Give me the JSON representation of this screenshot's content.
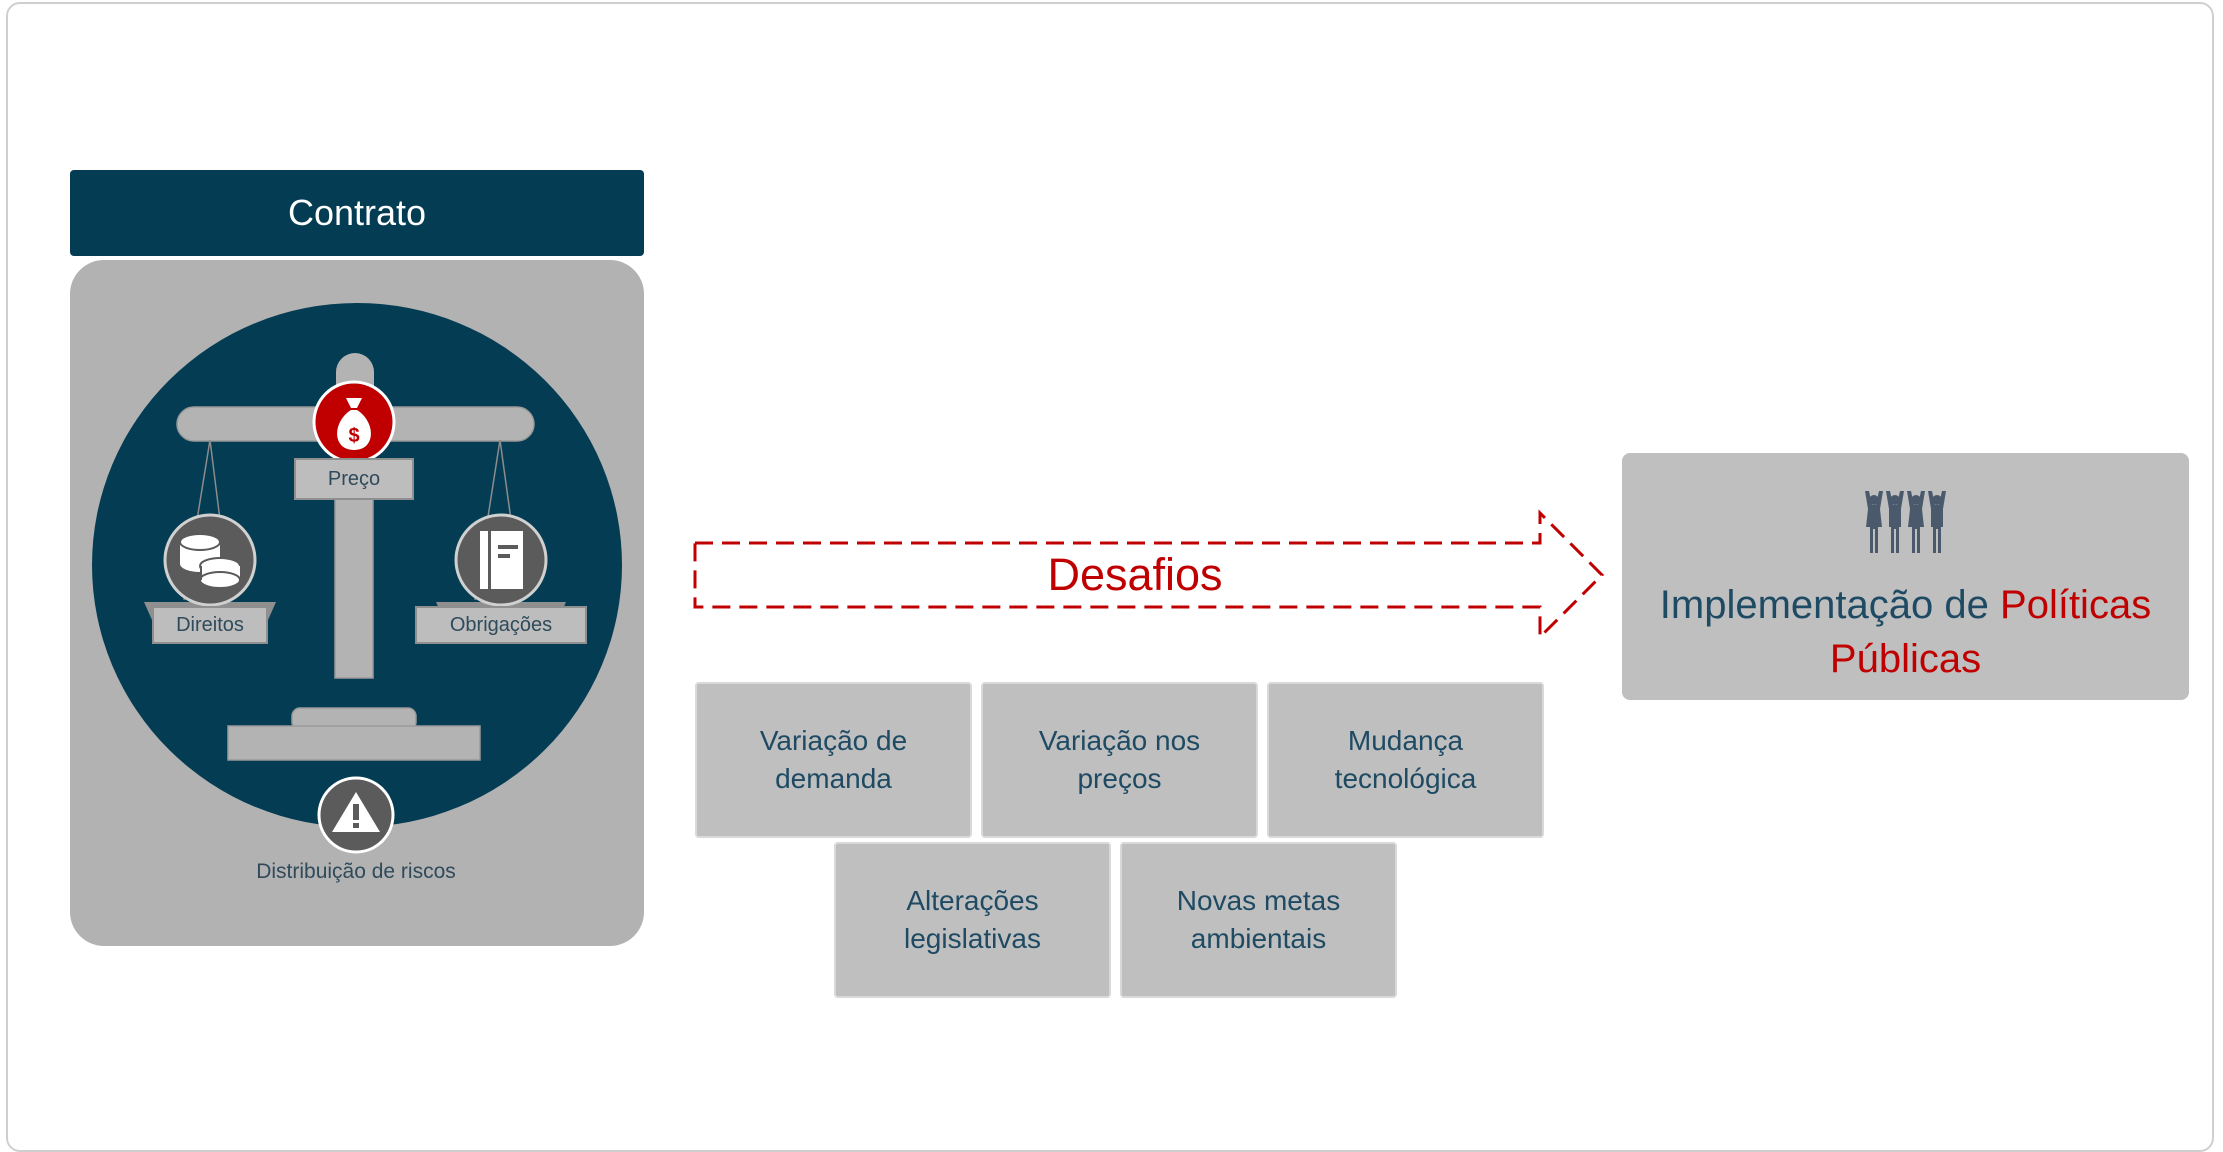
{
  "contract": {
    "title": "Contrato",
    "labels": {
      "price": "Preço",
      "rights": "Direitos",
      "obligations": "Obrigações",
      "risks": "Distribuição de riscos"
    },
    "icons": {
      "price": "money-bag-icon",
      "rights": "coins-icon",
      "obligations": "book-icon",
      "risks": "warning-icon"
    }
  },
  "arrow": {
    "label": "Desafios"
  },
  "challenges": [
    "Variação de\ndemanda",
    "Variação nos\npreços",
    "Mudança\ntecnológica",
    "Alterações\nlegislativas",
    "Novas metas\nambientais"
  ],
  "result": {
    "icon": "people-celebrating-icon",
    "title_part1": "Implementação de",
    "title_part2": "Políticas Públicas"
  },
  "colors": {
    "navy": "#043c53",
    "red": "#c00000",
    "panel_gray": "#b2b2b2",
    "box_gray": "#bfbfbf",
    "text_blue": "#1e4a63"
  }
}
